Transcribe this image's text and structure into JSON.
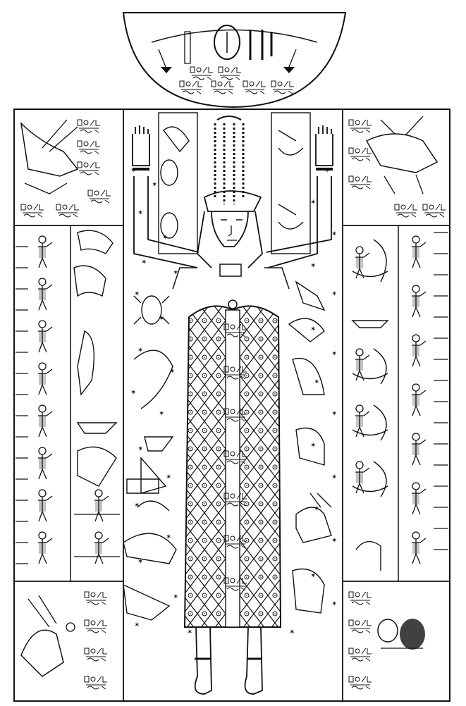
{
  "image": {
    "subject": "Egyptian sky-goddess ceiling relief, line drawing",
    "ink_color": "#111111",
    "paper_color": "#ffffff",
    "regions": [
      "lunette-top",
      "goddess-figure",
      "left-outer-column",
      "left-inner-column",
      "right-inner-column",
      "right-outer-column",
      "top-left-panel",
      "top-right-panel",
      "bottom-left-panel",
      "bottom-right-panel"
    ]
  }
}
